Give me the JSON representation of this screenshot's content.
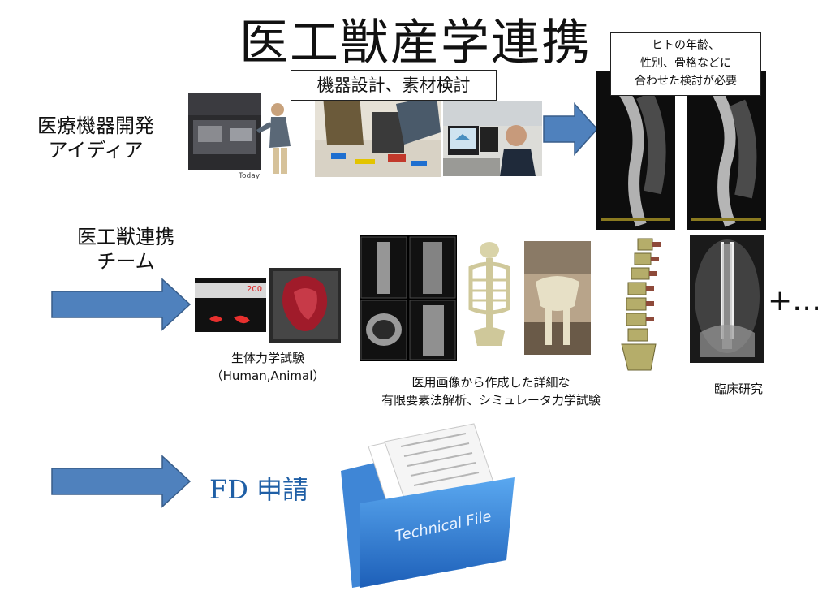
{
  "title": "医工獣産学連携",
  "row1": {
    "label_line1": "医療機器開発",
    "label_line2": "アイディア",
    "printer_caption": "Today",
    "callout": "機器設計、素材検討",
    "xray_note_line1": "ヒトの年齢、",
    "xray_note_line2": "性別、骨格などに",
    "xray_note_line3": "合わせた検討が必要"
  },
  "row2": {
    "label_line1": "医工獣連携",
    "label_line2": "チーム",
    "bio_caption_line1": "生体力学試験",
    "bio_caption_line2": "（Human,Animal）",
    "ruler_text": "200",
    "fea_caption_line1": "医用画像から作成した詳細な",
    "fea_caption_line2": "有限要素法解析、シミュレータ力学試験",
    "clinical_caption": "臨床研究",
    "plus": "+…"
  },
  "row3": {
    "fd_latin": "FD",
    "fd_kanji": "申請",
    "folder_label": "Technical File"
  },
  "colors": {
    "arrow_fill": "#4f81bd",
    "arrow_stroke": "#385d8a",
    "fd_text": "#1f5fa6",
    "folder_blue": "#2f7fd8"
  }
}
